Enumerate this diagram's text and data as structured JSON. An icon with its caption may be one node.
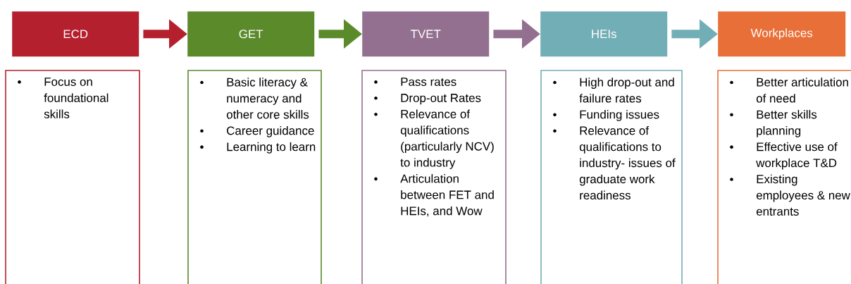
{
  "diagram": {
    "nodes": [
      {
        "text": [
          "ECD"
        ]
      },
      {
        "text": [
          "GET"
        ]
      },
      {
        "text": [
          "TVET"
        ]
      },
      {
        "text": [
          "HEIs"
        ]
      },
      {
        "text": [
          "Workplaces"
        ]
      },
      {
        "text": [
          "Focus on foundational skills"
        ]
      },
      {
        "text": [
          "Basic literacy & numeracy and other core skills",
          "Career guidance",
          "Learning to learn"
        ]
      },
      {
        "text": [
          "Pass rates",
          "Drop-out Rates",
          "Relevance of qualifications (particularly NCV) to industry",
          "Articulation between FET and HEIs, and Wow"
        ]
      },
      {
        "text": [
          "High drop-out and failure rates",
          "Funding issues",
          "Relevance of qualifications to industry- issues of graduate work readiness"
        ]
      },
      {
        "text": [
          "Better articulation of need",
          "Better skills planning",
          "Effective use of workplace T&D",
          "Existing employees & new entrants"
        ]
      }
    ],
    "edges": [
      {
        "from": 0,
        "to": 1,
        "arrow": "to",
        "color": "#b5202e"
      },
      {
        "from": 1,
        "to": 2,
        "arrow": "to",
        "color": "#5b8a2b"
      },
      {
        "from": 2,
        "to": 3,
        "arrow": "to",
        "color": "#93708f"
      },
      {
        "from": 3,
        "to": 4,
        "arrow": "to",
        "color": "#72aeb6"
      }
    ]
  }
}
